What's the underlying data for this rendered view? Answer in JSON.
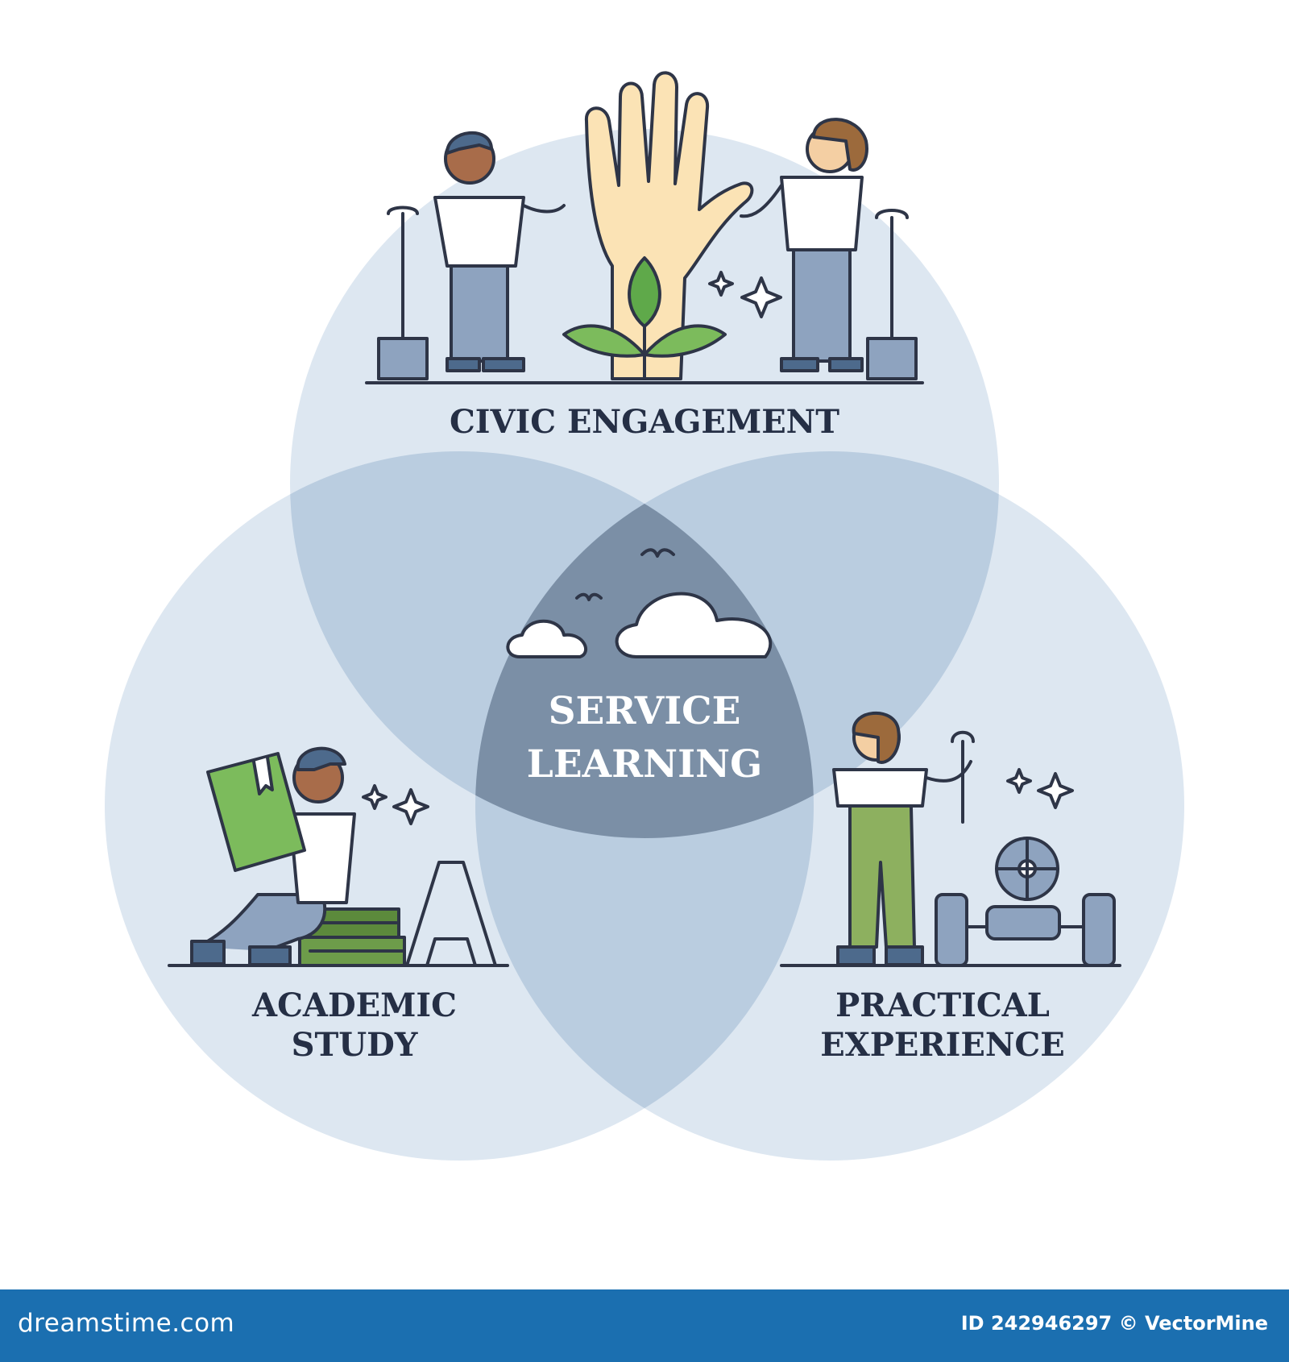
{
  "diagram": {
    "type": "venn",
    "sets": [
      {
        "id": "civic",
        "label_lines": [
          "CIVIC ENGAGEMENT"
        ],
        "illustration": "volunteers-hand-plant-icon"
      },
      {
        "id": "academic",
        "label_lines": [
          "ACADEMIC",
          "STUDY"
        ],
        "illustration": "student-books-icon"
      },
      {
        "id": "practical",
        "label_lines": [
          "PRACTICAL",
          "EXPERIENCE"
        ],
        "illustration": "mechanic-engine-icon"
      }
    ],
    "intersection": {
      "label_lines": [
        "SERVICE",
        "LEARNING"
      ],
      "illustration": "clouds-birds-icon"
    },
    "colors": {
      "circle_fill": "#dde7f1",
      "pair_overlap": "#bacde0",
      "center_overlap": "#7b8fa6",
      "label_text": "#252f45",
      "center_text": "#ffffff",
      "footer_bg": "#1b6fb0"
    }
  },
  "footer": {
    "brand": "dreamstime.com",
    "id_text": "ID 242946297 © VectorMine"
  }
}
